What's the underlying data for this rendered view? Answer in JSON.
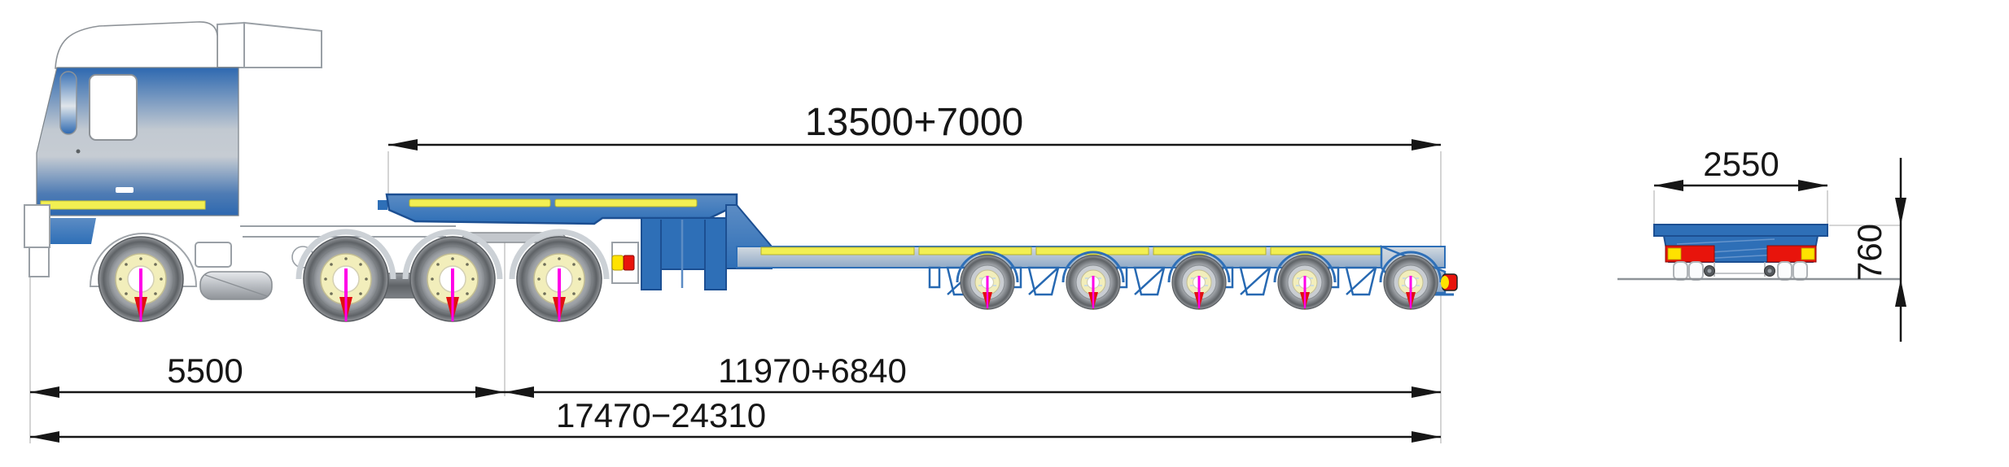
{
  "drawing": {
    "type": "technical-dimension-drawing",
    "views": {
      "side": "truck-with-lowbed-trailer-side-view",
      "rear": "trailer-rear-view"
    }
  },
  "dims": {
    "platform_length": "13500+7000",
    "front_to_kingpin": "5500",
    "kingpin_to_rear": "11970+6840",
    "overall_length": "17470−24310",
    "overall_width": "2550",
    "deck_height": "760"
  },
  "colors": {
    "body_blue": "#2e6fb7",
    "outline_blue": "#1c4f92",
    "stripe_yellow": "#f2ef52",
    "marker_yellow": "#ffe200",
    "marker_red": "#e8140c",
    "hub_cream": "#f2eebb",
    "needle_magenta": "#ff00e8",
    "arrow_red": "#e01010",
    "line_black": "#161616",
    "outline_gray": "#9aa0a6",
    "extension_gray": "#c9c9c9"
  }
}
